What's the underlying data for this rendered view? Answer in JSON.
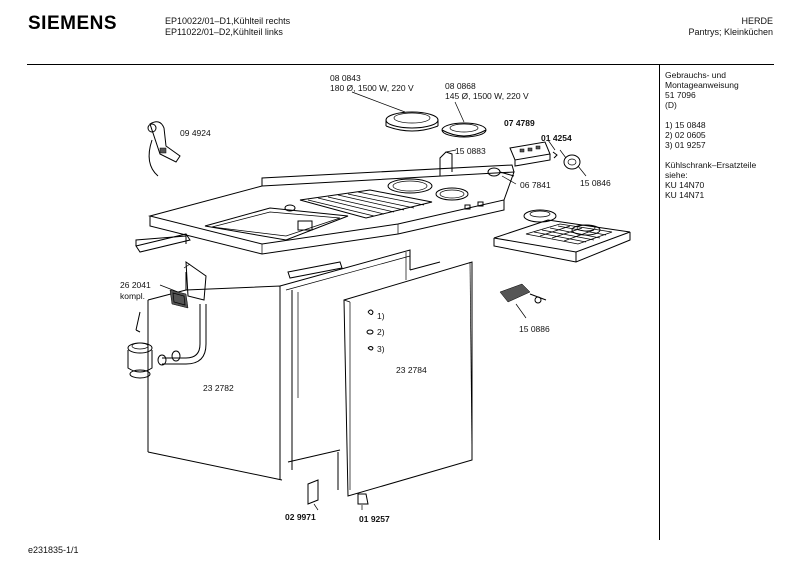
{
  "header": {
    "brand": "SIEMENS",
    "models": [
      "EP10022/01–D1,Kühlteil rechts",
      "EP11022/01–D2,Kühlteil links"
    ],
    "category": [
      "HERDE",
      "Pantrys; Kleinküchen"
    ]
  },
  "side_panel": {
    "lines": [
      "Gebrauchs- und",
      "Montageanweisung",
      "51 7096",
      "(D)",
      "",
      "1) 15 0848",
      "2) 02 0605",
      "3) 01 9257",
      "",
      "Kühlschrank–Ersatzteile",
      "siehe:",
      "KU 14N70",
      "KU 14N71"
    ]
  },
  "parts": {
    "p080843_num": "08 0843",
    "p080843_desc": "180 Ø, 1500 W, 220 V",
    "p080868_num": "08 0868",
    "p080868_desc": "145 Ø, 1500 W, 220 V",
    "p074789": "07 4789",
    "p014254": "01 4254",
    "p094924": "09 4924",
    "p150883": "15 0883",
    "p067841": "06 7841",
    "p150846": "15 0846",
    "p262041": "26 2041",
    "p262041_note": "kompl.",
    "p150886": "15 0886",
    "p232782": "23 2782",
    "p232784": "23 2784",
    "ref1": "1)",
    "ref2": "2)",
    "ref3": "3)",
    "p029971": "02 9971",
    "p019257": "01 9257"
  },
  "footer": {
    "doc_id": "e231835-1/1"
  }
}
